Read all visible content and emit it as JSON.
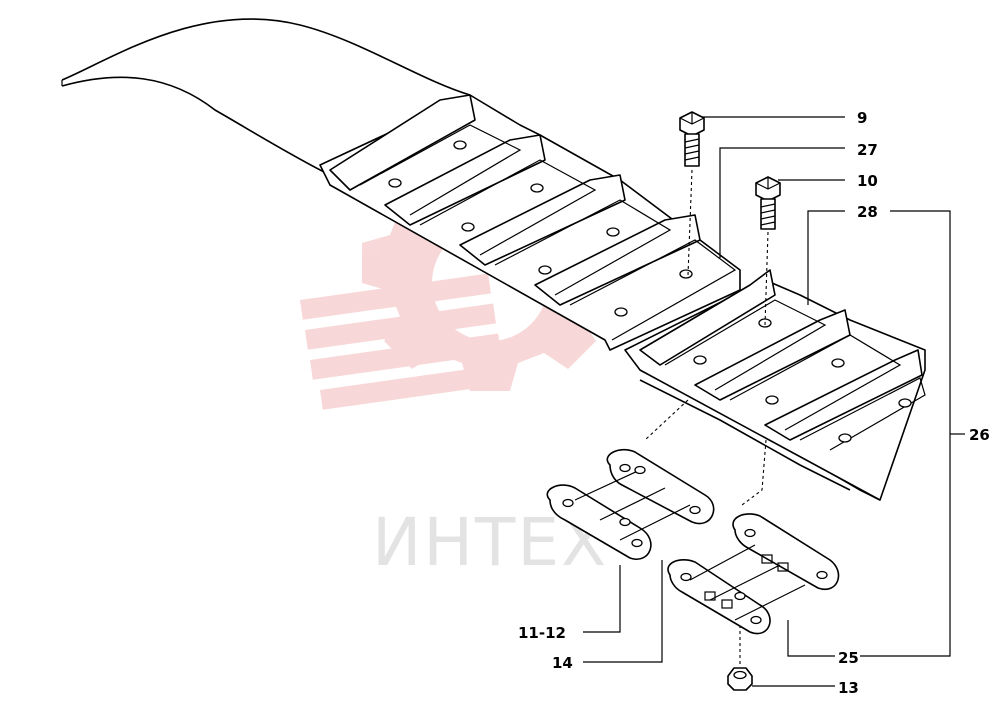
{
  "watermark": {
    "text": "ИНТЕХ",
    "color": "#e3e3e3",
    "logo_color": "#f2b8b8"
  },
  "callouts": [
    {
      "id": "bolt-upper",
      "label": "9"
    },
    {
      "id": "track-plate",
      "label": "27"
    },
    {
      "id": "bolt-lower",
      "label": "10"
    },
    {
      "id": "track-shoe",
      "label": "28"
    },
    {
      "id": "track-assembly",
      "label": "26"
    },
    {
      "id": "link-single",
      "label": "11-12"
    },
    {
      "id": "link-pin",
      "label": "14"
    },
    {
      "id": "link-assembly",
      "label": "25"
    },
    {
      "id": "nut",
      "label": "13"
    }
  ]
}
